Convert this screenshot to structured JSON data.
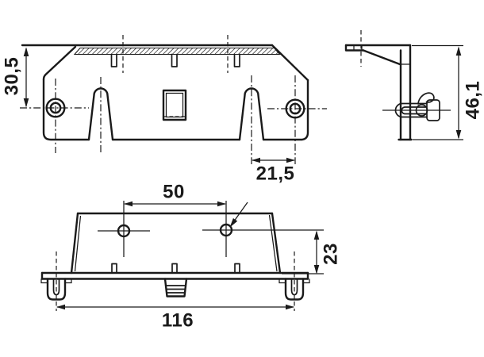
{
  "drawing": {
    "type": "technical-dimensional-drawing",
    "background": "#ffffff",
    "line_color": "#1a1a1a",
    "views": {
      "front": "front-view",
      "side": "side-view",
      "bottom": "bottom-view"
    },
    "dimensions": {
      "front_height": "30,5",
      "slot_to_hole": "21,5",
      "side_height": "46,1",
      "hole_spacing": "50",
      "body_height": "23",
      "overall_width": "116"
    }
  }
}
